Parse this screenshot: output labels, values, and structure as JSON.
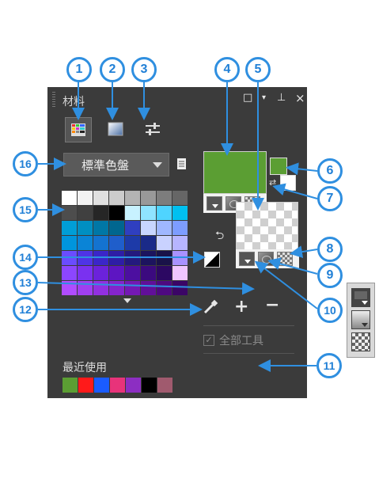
{
  "panel": {
    "title": "材料",
    "window_controls": [
      "□",
      "▾",
      "⊥",
      "×"
    ],
    "tabs": [
      {
        "name": "swatches-tab",
        "icon": "swatch-grid-icon"
      },
      {
        "name": "gradient-tab",
        "icon": "gradient-icon"
      },
      {
        "name": "adjust-tab",
        "icon": "sliders-icon"
      }
    ],
    "palette_dropdown": {
      "selected": "標準色盤"
    },
    "palette_colors": [
      [
        "#ffffff",
        "#f2f2f2",
        "#e0e0e0",
        "#cccccc",
        "#b3b3b3",
        "#999999",
        "#7d7d7d",
        "#666666"
      ],
      [
        "#4d4d4d",
        "#404040",
        "#262626",
        "#000000",
        "#c8f2ff",
        "#8fe4ff",
        "#4fd4ff",
        "#00c0f0"
      ],
      [
        "#009ed6",
        "#008fc2",
        "#0077a6",
        "#00668f",
        "#2f3fc0",
        "#c8d6ff",
        "#9fb7ff",
        "#7d9dff"
      ],
      [
        "#0095dc",
        "#0a84d6",
        "#1473d0",
        "#1f5ecb",
        "#1d3aa8",
        "#1a2a88",
        "#c9d2ff",
        "#b7b5ff"
      ],
      [
        "#6a4cff",
        "#4f34e6",
        "#3b26c9",
        "#2e1da6",
        "#24197e",
        "#1c145e",
        "#191249",
        "#a992ff"
      ],
      [
        "#8c46ff",
        "#7a31f0",
        "#6b22db",
        "#5d15c2",
        "#4c0fa0",
        "#3b0a7f",
        "#2c0862",
        "#f0c6ff"
      ],
      [
        "#b04cff",
        "#a03ff0",
        "#9230e0",
        "#8424cc",
        "#7418b4",
        "#610f99",
        "#4e0980",
        "#3b0566"
      ]
    ],
    "foreground": {
      "color": "#5b9e33"
    },
    "background": {
      "color": "#ffffff"
    },
    "all_tools_label": "全部工具",
    "recent_label": "最近使用",
    "recent_colors": [
      "#5b9e33",
      "#ff1a1a",
      "#1a5cff",
      "#e8337a",
      "#8c2ec2",
      "#000000",
      "#a05a6e"
    ]
  },
  "callouts": [
    {
      "n": "1"
    },
    {
      "n": "2"
    },
    {
      "n": "3"
    },
    {
      "n": "4"
    },
    {
      "n": "5"
    },
    {
      "n": "6"
    },
    {
      "n": "7"
    },
    {
      "n": "8"
    },
    {
      "n": "9"
    },
    {
      "n": "10"
    },
    {
      "n": "11"
    },
    {
      "n": "12"
    },
    {
      "n": "13"
    },
    {
      "n": "14"
    },
    {
      "n": "15"
    },
    {
      "n": "16"
    }
  ],
  "colors": {
    "callout_blue": "#2f8fe0",
    "panel_bg": "#3b3b3b"
  }
}
